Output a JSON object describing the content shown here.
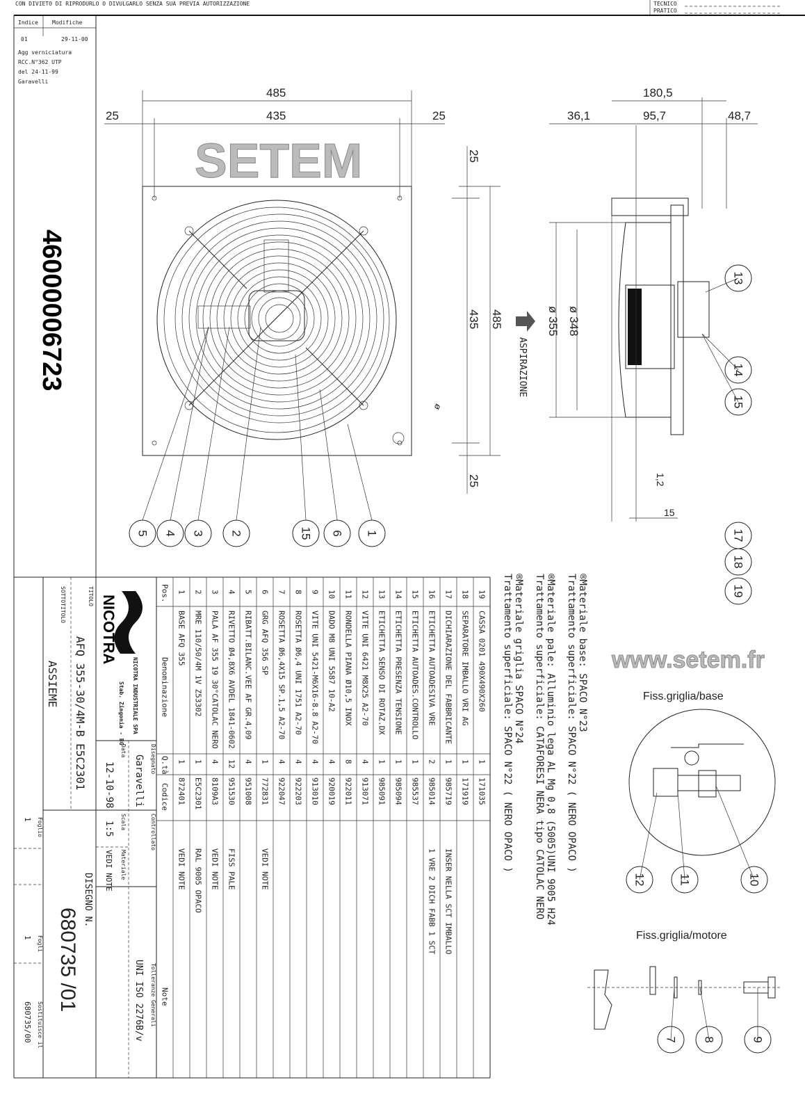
{
  "header": {
    "notice": "CON DIVIETO DI RIPRODURLO O DIVULGARLO SENZA SUA PREVIA AUTORIZZAZIONE",
    "tecnico_label": "TECNICO",
    "pratico_label": "PRATICO"
  },
  "revisions": {
    "index_label": "Indice",
    "changes_label": "Modifiche",
    "index": "01",
    "date": "29-11-00",
    "lines": [
      "Agg verniciatura",
      "RCC.N°362    UTP",
      "del 24-11-99",
      "Garavelli"
    ]
  },
  "side_code": "46000006723",
  "dimensions": {
    "front_width_total": "485",
    "front_left_margin": "25",
    "front_hole_spacing": "435",
    "front_right_margin": "25",
    "front_top_margin": "25",
    "front_height_holes": "435",
    "front_height_total": "485",
    "front_bottom_margin": "25",
    "side_total": "180,5",
    "side_a": "36,1",
    "side_b": "95,7",
    "side_c": "48,7",
    "diam_348": "ø 348",
    "diam_355": "ø 355",
    "hole_diam": "ø",
    "side_1_2": "1,2",
    "side_15": "15",
    "airflow_label": "ASPIRAZIONE"
  },
  "balloons": [
    "5",
    "4",
    "3",
    "2",
    "15",
    "6",
    "1",
    "13",
    "14",
    "15",
    "17",
    "18",
    "19",
    "12",
    "11",
    "10",
    "7",
    "8",
    "9"
  ],
  "details": {
    "base_title": "Fiss.griglia/base",
    "motor_title": "Fiss.griglia/motore"
  },
  "notes": [
    "®Materiale base: SPACO N°23",
    "Trattamento superficiale: SPACO N°22 ( NERO OPACO )",
    "®Materiale pale: Alluminio lega AL Mg 0,8 (5005)UNI 9005 H24",
    "Trattamento superficiale: CATAFORESI NERA tipo CATOLAC NERO",
    "®Materiale griglia  SPACO N°24",
    "Trattamento superficiale: SPACO N°22 ( NERO OPACO )"
  ],
  "parts": {
    "headers": {
      "pos": "Pos.",
      "name": "Denominazione",
      "qty": "Q.tà",
      "code": "Codice",
      "note": "Note"
    },
    "rows": [
      {
        "pos": "1",
        "name": "BASE AFQ 355",
        "qty": "1",
        "code": "872401",
        "note": "VEDI NOTE"
      },
      {
        "pos": "2",
        "name": "MRE 110/50/4M 1V Z53302",
        "qty": "1",
        "code": "E5C2301",
        "note": "RAL 9005 OPACO"
      },
      {
        "pos": "3",
        "name": "PALA AF 355 19 30°CATOLAC NERO",
        "qty": "4",
        "code": "8109A3",
        "note": "VEDI NOTE"
      },
      {
        "pos": "4",
        "name": "RIVETTO Ø4,8X6 AVDEL 1841-0602",
        "qty": "12",
        "code": "951530",
        "note": "FISS PALE"
      },
      {
        "pos": "5",
        "name": "RIBATT.BILANC.VEE AF GR.4,09",
        "qty": "4",
        "code": "951008",
        "note": ""
      },
      {
        "pos": "6",
        "name": "GRG AFQ 356 SP",
        "qty": "1",
        "code": "772831",
        "note": "VEDI NOTE"
      },
      {
        "pos": "7",
        "name": "ROSETTA Ø6,4X15 SP.1,5 A2-70",
        "qty": "4",
        "code": "922047",
        "note": ""
      },
      {
        "pos": "8",
        "name": "ROSETTA Ø6,4 UNI 1751 A2-70",
        "qty": "4",
        "code": "922203",
        "note": ""
      },
      {
        "pos": "9",
        "name": "VITE UNI 5421-M6X16-8.8 A2-70",
        "qty": "4",
        "code": "913010",
        "note": ""
      },
      {
        "pos": "10",
        "name": "DADO M8 UNI 5587 10-A2",
        "qty": "4",
        "code": "920019",
        "note": ""
      },
      {
        "pos": "11",
        "name": "RONDELLA PIANA Ø10,5 INOX",
        "qty": "8",
        "code": "922011",
        "note": ""
      },
      {
        "pos": "12",
        "name": "VITE UNI 6421 M8X25 A2-70",
        "qty": "4",
        "code": "913071",
        "note": ""
      },
      {
        "pos": "13",
        "name": "ETICHETTA SENSO DI ROTAZ.DX",
        "qty": "1",
        "code": "985091",
        "note": ""
      },
      {
        "pos": "14",
        "name": "ETICHETTA PRESENZA TENSIONE",
        "qty": "1",
        "code": "985094",
        "note": ""
      },
      {
        "pos": "15",
        "name": "ETICHETTA AUTOADES.CONTROLLO",
        "qty": "1",
        "code": "985537",
        "note": ""
      },
      {
        "pos": "16",
        "name": "ETICHETTA AUTOADESIVA VRE",
        "qty": "2",
        "code": "985014",
        "note": "1 VRE 2 DICH FABB 1 SCT"
      },
      {
        "pos": "17",
        "name": "DICHIARAZIONE DEL FABBRICANTE",
        "qty": "1",
        "code": "985719",
        "note": "INSER NELLA SCT IMBALLO"
      },
      {
        "pos": "18",
        "name": "SEPARATORE IMBALLO VRI AG",
        "qty": "1",
        "code": "171919",
        "note": ""
      },
      {
        "pos": "19",
        "name": "CASSA 0201 490X490X260",
        "qty": "1",
        "code": "171035",
        "note": ""
      }
    ]
  },
  "title_block": {
    "logo": "NICOTRA",
    "company": "NICOTRA INDUSTRIALE SPA",
    "plant": "Stab. Zingonia - BG",
    "titolo_label": "TITOLO",
    "titolo": "AFQ 355-30/4M-B E5C2301",
    "sottotitolo_label": "SOTTOTITOLO",
    "sottotitolo": "ASSIEME",
    "disegnato_label": "Disegnato",
    "disegnato": "Garavelli",
    "data_label": "Data",
    "data": "12-10-98",
    "controllato_label": "Controllato",
    "scala_label": "Scala",
    "scala": "1:5",
    "materiale_label": "Materiale",
    "materiale": "VEDI NOTE",
    "tolleranze_label": "Tolleranze Generali",
    "tolleranze": "UNI ISO 2276B/v",
    "disegno_label": "DISEGNO N.",
    "disegno": "680735  /01",
    "foglio_label": "Foglio",
    "foglio": "1",
    "fogli_label": "Fogli",
    "fogli": "1",
    "sostituisce_label": "Sostituisce il",
    "sostituisce": "680735/00"
  },
  "watermark": {
    "brand": "SETEM",
    "url": "www.setem.fr"
  },
  "colors": {
    "ink": "#222222",
    "watermark": "#bbbbbb",
    "paper": "#ffffff"
  }
}
